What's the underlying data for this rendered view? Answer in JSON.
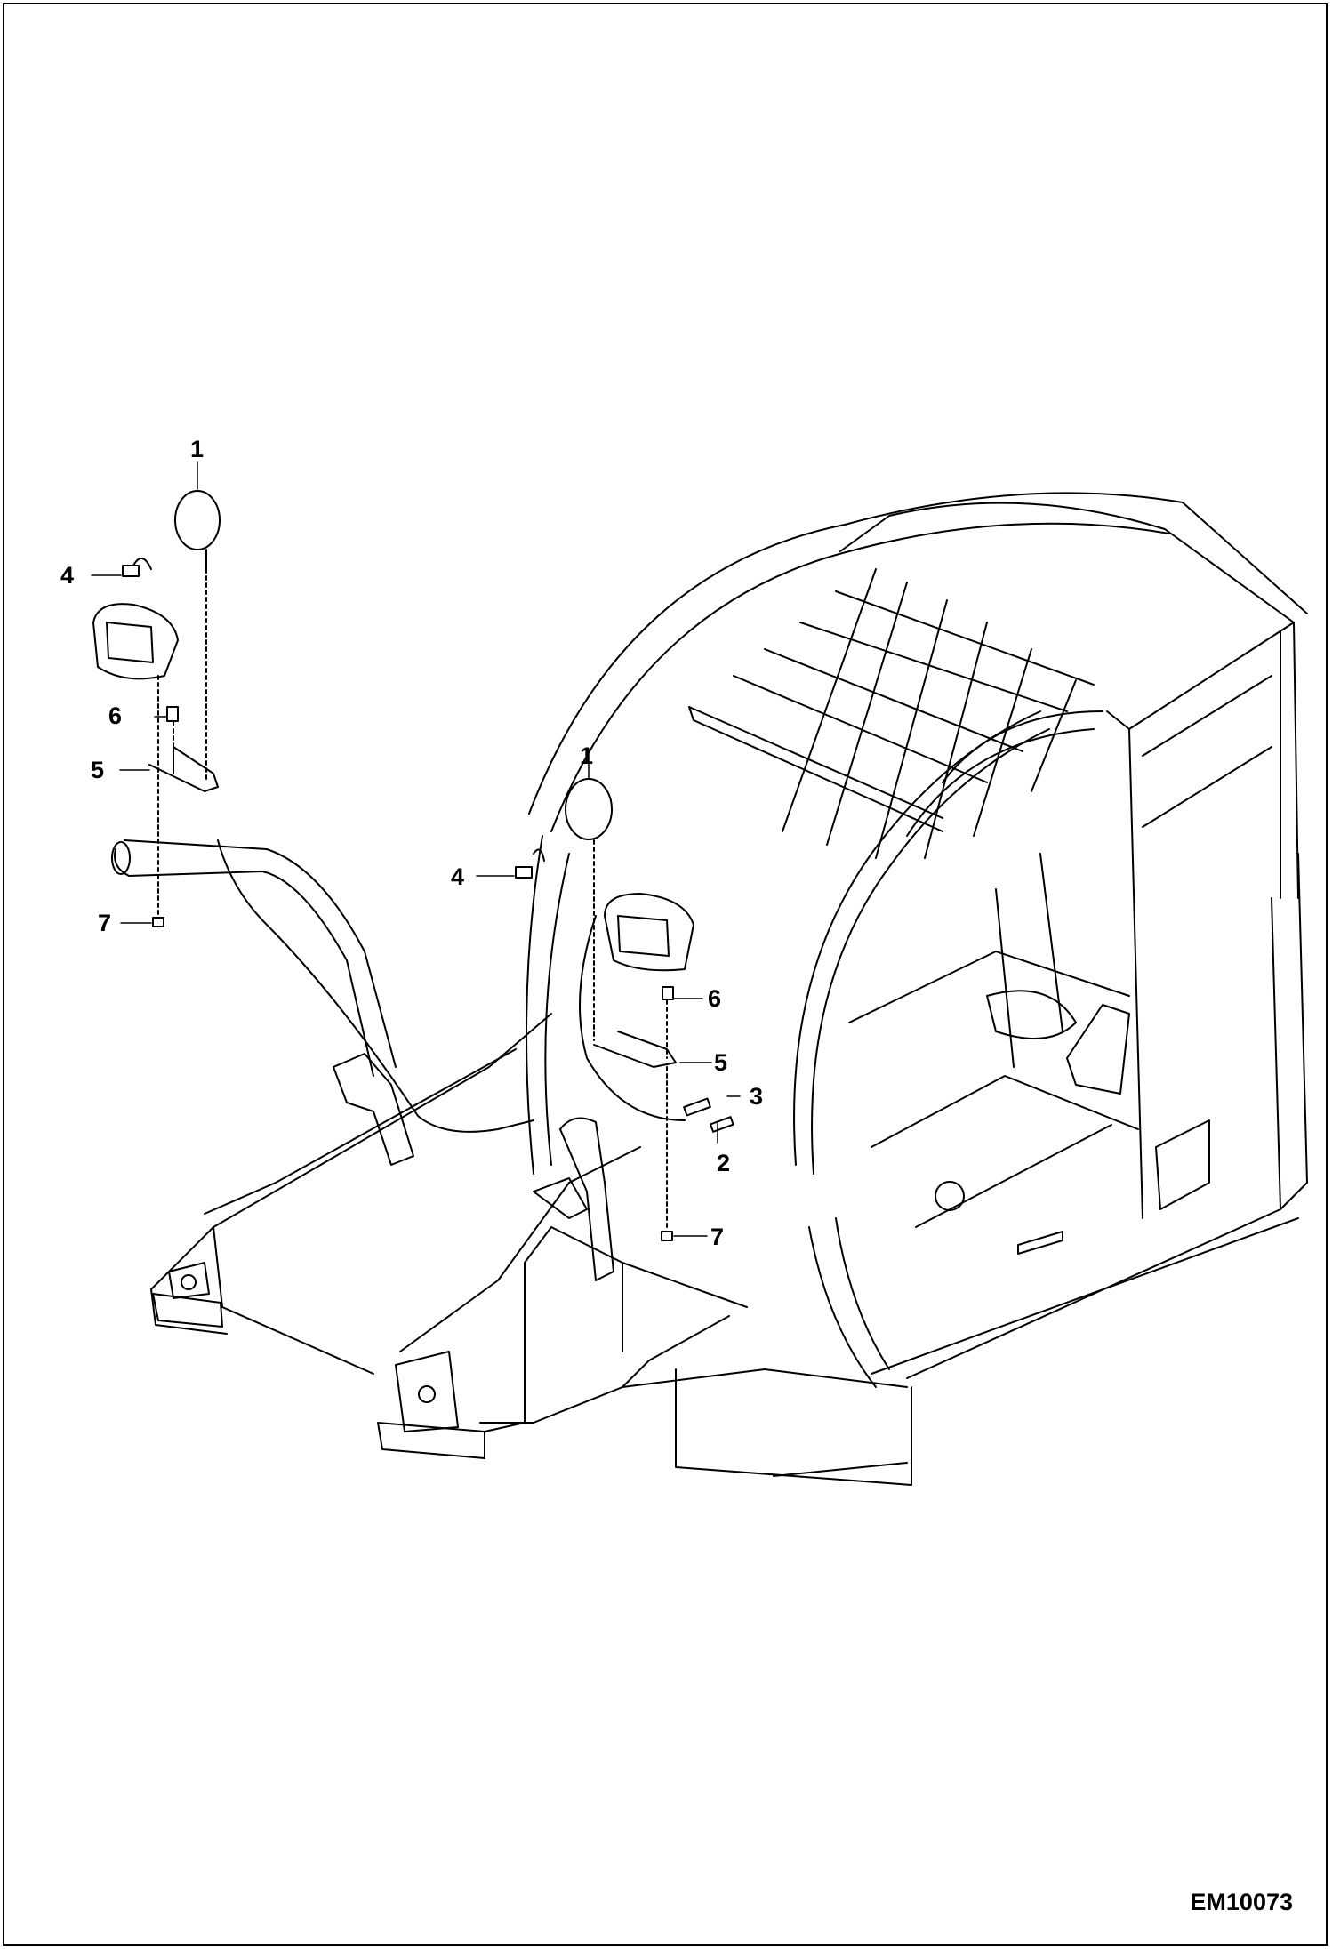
{
  "figure_id": "EM10073",
  "callouts": {
    "left_1": "1",
    "left_4": "4",
    "left_6": "6",
    "left_5": "5",
    "left_7": "7",
    "right_1": "1",
    "right_4": "4",
    "right_6": "6",
    "right_5": "5",
    "right_3": "3",
    "right_2": "2",
    "right_7": "7"
  }
}
